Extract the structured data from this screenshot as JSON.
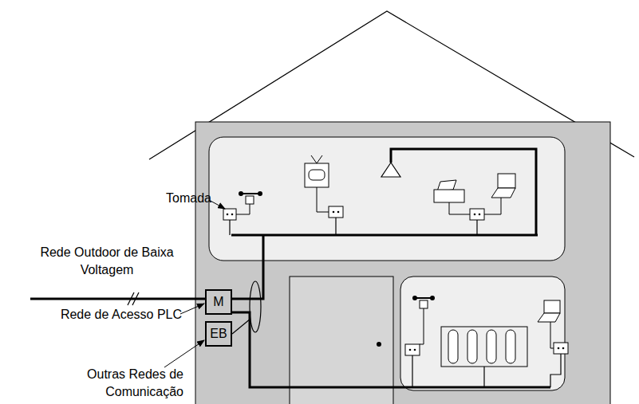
{
  "diagram": {
    "nodes": [
      {
        "text": [
          "M"
        ]
      },
      {
        "text": [
          "EB"
        ]
      }
    ],
    "labels": [
      "Tomada",
      "Rede Outdoor de Baixa Voltagem",
      "Rede de Acesso PLC",
      "Outras Redes de Comunicação"
    ]
  }
}
